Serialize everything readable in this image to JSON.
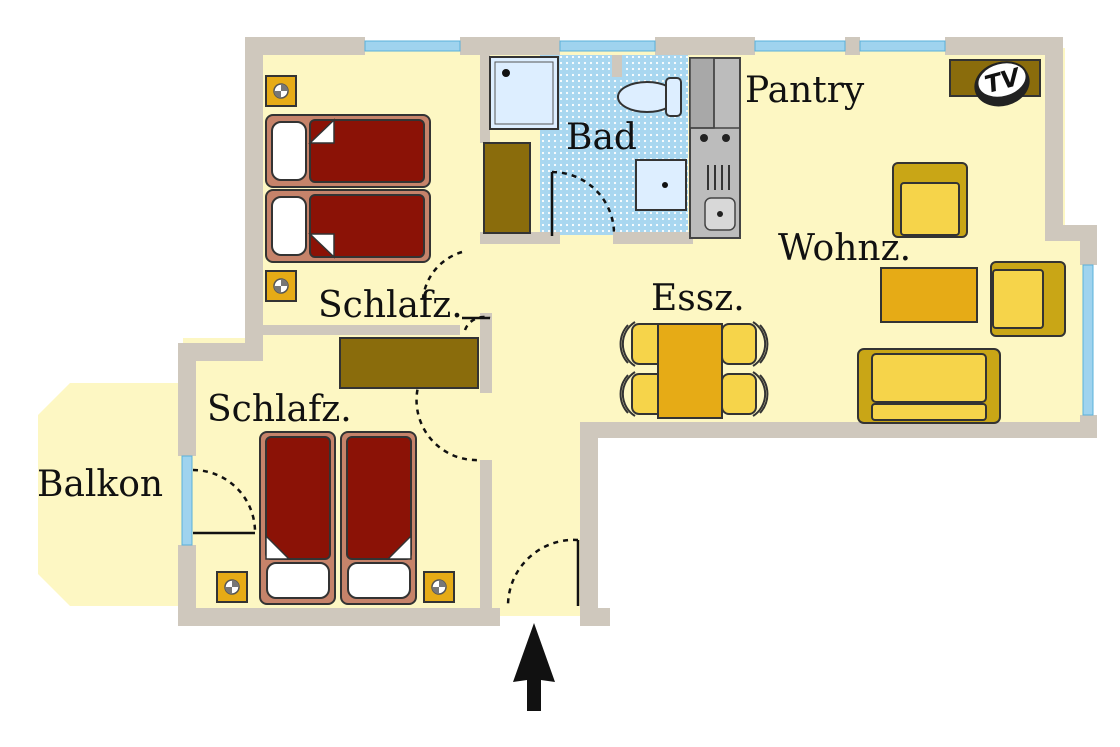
{
  "rooms": {
    "bad": "Bad",
    "pantry": "Pantry",
    "wohnz": "Wohnz.",
    "essz": "Essz.",
    "schlafz_upper": "Schlafz.",
    "schlafz_lower": "Schlafz.",
    "balkon": "Balkon"
  },
  "tv_label": "TV",
  "colors": {
    "floor": "#fdf7c3",
    "wall": "#cfc8bd",
    "window": "#9fd3ee",
    "bath_floor": "#a9d7f0",
    "bed_frame": "#c6836a",
    "bed_cover": "#8b1206",
    "wardrobe": "#8a6c0c",
    "table": "#e6ab16",
    "chair": "#f6d44a",
    "kitchen": "#bcbcbc",
    "socket": "#e6ab16"
  }
}
